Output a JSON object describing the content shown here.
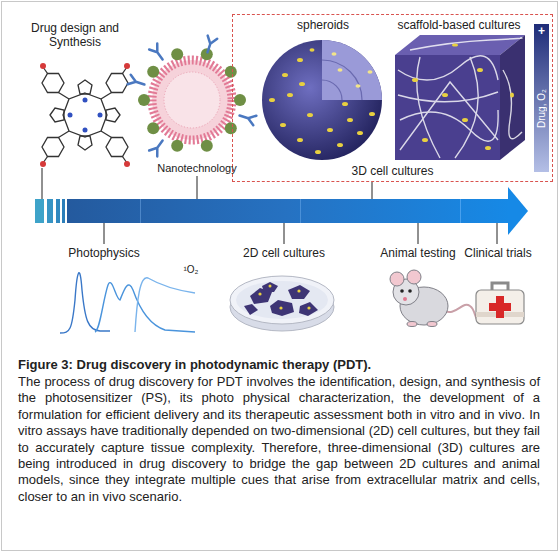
{
  "diagram": {
    "title": "Figure 3: Drug discovery in photodynamic therapy (PDT).",
    "caption": "The process of drug discovery for PDT involves the identification, design, and synthesis of the photosensitizer (PS), its photo physical characterization, the development of a formulation for efficient delivery and its therapeutic assessment both in vitro and in vivo. In vitro assays have traditionally depended on two-dimensional (2D) cell cultures, but they fail to accurately capture tissue complexity. Therefore, three-dimensional (3D) cultures are being introduced in drug discovery to bridge the gap between 2D cultures and animal models, since they integrate multiple cues that arise from extracellular matrix and cells, closer to an in vivo scenario.",
    "nodes": [
      {
        "text": [
          "3D cell cultures"
        ]
      },
      {
        "text": [
          "spheroids"
        ],
        "in": 0
      },
      {
        "text": [
          "scaffold-based cultures"
        ],
        "in": 0
      }
    ],
    "labels": [
      "Drug design and Synthesis",
      "Nanotechnology",
      "+",
      "Drug, O₂",
      "Photophysics",
      "¹O₂",
      "2D cell cultures",
      "Animal testing",
      "Clinical trials"
    ]
  }
}
